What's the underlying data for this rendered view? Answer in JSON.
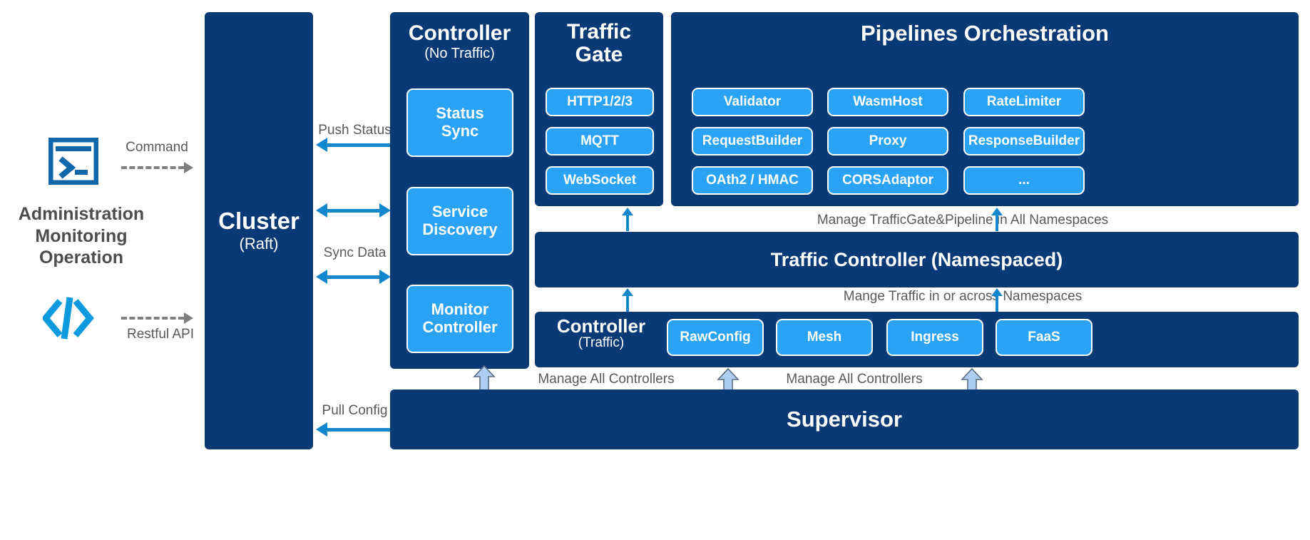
{
  "left": {
    "terminal_icon": "terminal-icon",
    "code_icon": "code-slash-icon",
    "command_label": "Command",
    "restful_label": "Restful API",
    "title_line1": "Administration",
    "title_line2": "Monitoring",
    "title_line3": "Operation"
  },
  "cluster": {
    "title": "Cluster",
    "subtitle": "(Raft)"
  },
  "edges": {
    "push_status": "Push Status",
    "sync_data": "Sync Data",
    "pull_config": "Pull Config",
    "manage_trafficgate": "Manage TrafficGate&Pipeline in All Namespaces",
    "manage_traffic": "Mange Traffic in or across Namespaces",
    "manage_all_controllers_left": "Manage All Controllers",
    "manage_all_controllers_right": "Manage All Controllers"
  },
  "controller_no_traffic": {
    "title": "Controller",
    "subtitle": "(No Traffic)",
    "items": [
      {
        "label": "Status\nSync",
        "line1": "Status",
        "line2": "Sync"
      },
      {
        "label": "Service\nDiscovery",
        "line1": "Service",
        "line2": "Discovery"
      },
      {
        "label": "Monitor\nController",
        "line1": "Monitor",
        "line2": "Controller"
      }
    ]
  },
  "traffic_gate": {
    "title_line1": "Traffic",
    "title_line2": "Gate",
    "items": [
      "HTTP1/2/3",
      "MQTT",
      "WebSocket"
    ]
  },
  "pipelines": {
    "title": "Pipelines Orchestration",
    "rows": [
      [
        "Validator",
        "WasmHost",
        "RateLimiter"
      ],
      [
        "RequestBuilder",
        "Proxy",
        "ResponseBuilder"
      ],
      [
        "OAth2 / HMAC",
        "CORSAdaptor",
        "..."
      ]
    ]
  },
  "traffic_controller": {
    "title": "Traffic Controller (Namespaced)"
  },
  "controller_traffic": {
    "title": "Controller",
    "subtitle": "(Traffic)",
    "items": [
      "RawConfig",
      "Mesh",
      "Ingress",
      "FaaS"
    ]
  },
  "supervisor": {
    "title": "Supervisor"
  },
  "colors": {
    "navy": "#0a3a76",
    "chip_blue": "#2ba3f5",
    "arrow_blue": "#1387cd",
    "gray_text": "#595959",
    "dark_gray_title": "#4d4d4d",
    "outline_arrow_fill": "#adcdf2",
    "white": "#ffffff"
  }
}
